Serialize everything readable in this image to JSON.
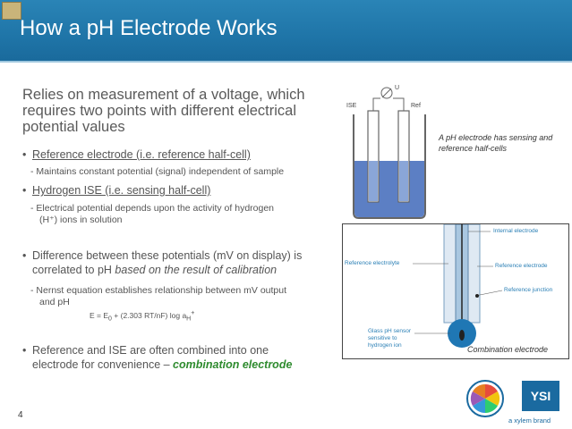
{
  "slide": {
    "title": "How a pH Electrode Works",
    "intro": "Relies on measurement of a voltage, which requires two points with different electrical potential values",
    "bullets": {
      "ref": "Reference electrode (i.e. reference half-cell)",
      "ref_sub": "Maintains constant potential (signal) independent of sample",
      "ise": "Hydrogen ISE (i.e. sensing half-cell)",
      "ise_sub_1": "Electrical potential depends upon the activity of hydrogen",
      "ise_sub_2": "(H⁺) ions in solution",
      "diff_1": "Difference between these potentials (mV on display) is",
      "diff_2": "correlated to pH ",
      "diff_2_italic": "based on the result of calibration",
      "nernst_1": "Nernst equation establishes relationship between mV output",
      "nernst_2": "and pH",
      "combo_1": "Reference and ISE are often combined into one",
      "combo_2": "electrode for convenience – ",
      "combo_2_bold": "combination electrode"
    },
    "equation": {
      "lhs": "E = E",
      "sub0": "0",
      "mid": " + (2.303 RT/nF) log a",
      "subH": "H",
      "sup": "+"
    },
    "page_number": "4"
  },
  "figure_top": {
    "caption": "A pH electrode has sensing and reference half-cells",
    "label_ise": "ISE",
    "label_ref": "Ref",
    "label_u": "U"
  },
  "figure_combo": {
    "caption": "Combination electrode",
    "labels": {
      "internal": "Internal electrode",
      "ref_electrolyte": "Reference electrolyte",
      "ref_electrode": "Reference electrode",
      "ref_junction": "Reference junction",
      "glass_1": "Glass pH sensor",
      "glass_2": "sensitive to",
      "glass_3": "hydrogen ion"
    }
  },
  "branding": {
    "brand_text": "a xylem brand",
    "logo_text": "YSI"
  },
  "colors": {
    "header": "#1f75a8",
    "accent_green": "#2e8b2e",
    "solution_blue": "#5c7fc4",
    "label_blue": "#2a7fb5"
  }
}
